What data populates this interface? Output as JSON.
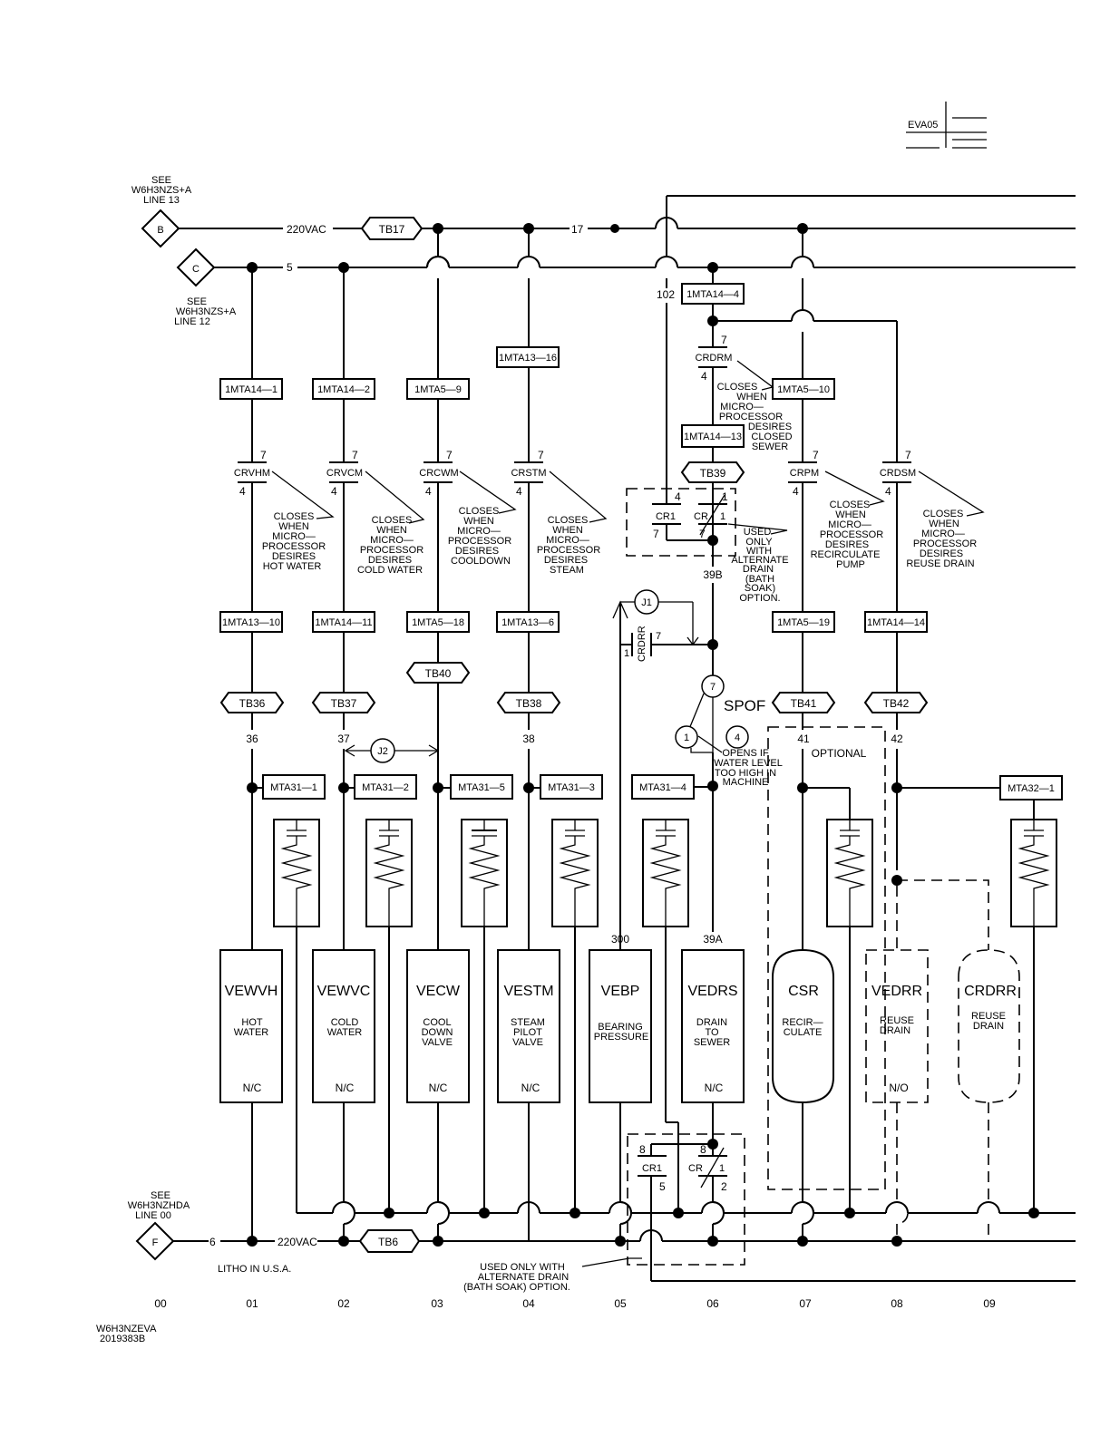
{
  "title_block": {
    "sheet_code": "EVA05",
    "drawing_code": "W6H3NZEVA",
    "drawing_number": "2019383B",
    "litho": "LITHO IN U.S.A."
  },
  "connectors": [
    {
      "id": "B",
      "ref_lines": [
        "SEE",
        "W6H3NZS+A",
        "LINE 13"
      ]
    },
    {
      "id": "C",
      "ref_lines": [
        "SEE",
        "W6H3NZS+A",
        "LINE 12"
      ]
    },
    {
      "id": "F",
      "ref_lines": [
        "SEE",
        "W6H3NZHDA",
        "LINE 00"
      ]
    }
  ],
  "bus": {
    "supply_top": "220VAC",
    "supply_bottom": "220VAC",
    "wire_17": "17",
    "wire_5": "5",
    "wire_6": "6",
    "wire_102": "102",
    "tb_top": "TB17",
    "tb_bottom": "TB6"
  },
  "line_numbers": [
    "00",
    "01",
    "02",
    "03",
    "04",
    "05",
    "06",
    "07",
    "08",
    "09"
  ],
  "rungs": [
    {
      "top_terminal": "1MTA14—1",
      "relay": "CRVHM",
      "pin_top": "7",
      "pin_bottom": "4",
      "note": [
        "CLOSES",
        "WHEN",
        "MICRO—",
        "PROCESSOR",
        "DESIRES",
        "HOT WATER"
      ],
      "mid_terminal": "1MTA13—10",
      "tb": "TB36",
      "wire": "36",
      "coil_terminal": "MTA31—1",
      "valve": "VEWVH",
      "valve_desc": [
        "HOT",
        "WATER"
      ],
      "state": "N/C"
    },
    {
      "top_terminal": "1MTA14—2",
      "relay": "CRVCM",
      "pin_top": "7",
      "pin_bottom": "4",
      "note": [
        "CLOSES",
        "WHEN",
        "MICRO—",
        "PROCESSOR",
        "DESIRES",
        "COLD WATER"
      ],
      "mid_terminal": "1MTA14—11",
      "tb": "TB37",
      "wire": "37",
      "coil_terminal": "MTA31—2",
      "valve": "VEWVC",
      "valve_desc": [
        "COLD",
        "WATER"
      ],
      "state": "N/C"
    },
    {
      "top_terminal": "1MTA5—9",
      "relay": "CRCWM",
      "pin_top": "7",
      "pin_bottom": "4",
      "note": [
        "CLOSES",
        "WHEN",
        "MICRO—",
        "PROCESSOR",
        "DESIRES",
        "COOLDOWN"
      ],
      "mid_terminal": "1MTA5—18",
      "tb": "TB40",
      "coil_terminal": "MTA31—5",
      "valve": "VECW",
      "valve_desc": [
        "COOL",
        "DOWN",
        "VALVE"
      ],
      "state": "N/C"
    },
    {
      "top_terminal": "1MTA13—16",
      "relay": "CRSTM",
      "pin_top": "7",
      "pin_bottom": "4",
      "note": [
        "CLOSES",
        "WHEN",
        "MICRO—",
        "PROCESSOR",
        "DESIRES",
        "STEAM"
      ],
      "mid_terminal": "1MTA13—6",
      "tb": "TB38",
      "wire": "38",
      "coil_terminal": "MTA31—3",
      "valve": "VESTM",
      "valve_desc": [
        "STEAM",
        "PILOT",
        "VALVE"
      ],
      "state": "N/C"
    },
    {
      "wire": "300",
      "valve": "VEBP",
      "valve_desc": [
        "BEARING",
        "PRESSURE"
      ]
    },
    {
      "top_terminal": "1MTA14—4",
      "relay": "CRDRM",
      "pin_top": "7",
      "pin_bottom": "4",
      "note": [
        "CLOSES",
        "WHEN",
        "MICRO—",
        "PROCESSOR",
        "DESIRES",
        "CLOSED",
        "SEWER"
      ],
      "mid_terminal": "1MTA14—13",
      "tb": "TB39",
      "wire_39b": "39B",
      "wire_39a": "39A",
      "coil_terminal": "MTA31—4",
      "valve": "VEDRS",
      "valve_desc": [
        "DRAIN",
        "TO",
        "SEWER"
      ],
      "state": "N/C"
    },
    {
      "relay": "CRPM",
      "pin_top": "7",
      "pin_bottom": "4",
      "top_terminal": "1MTA5—10",
      "note": [
        "CLOSES",
        "WHEN",
        "MICRO—",
        "PROCESSOR",
        "DESIRES",
        "RECIRCULATE",
        "PUMP"
      ],
      "mid_terminal": "1MTA5—19",
      "tb": "TB41",
      "wire": "41",
      "optional": "OPTIONAL",
      "valve": "CSR",
      "valve_desc": [
        "RECIR—",
        "CULATE"
      ]
    },
    {
      "relay": "CRDSM",
      "pin_top": "7",
      "pin_bottom": "4",
      "note": [
        "CLOSES",
        "WHEN",
        "MICRO—",
        "PROCESSOR",
        "DESIRES",
        "REUSE DRAIN"
      ],
      "mid_terminal": "1MTA14—14",
      "tb": "TB42",
      "wire": "42",
      "coil_terminal": "MTA32—1",
      "valve": "VEDRR",
      "valve_desc": [
        "REUSE",
        "DRAIN"
      ],
      "state": "N/O"
    },
    {
      "valve": "CRDRR",
      "valve_desc": [
        "REUSE",
        "DRAIN"
      ]
    }
  ],
  "cr1_top": {
    "a": "CR1",
    "b": "CR",
    "b_sub": "1",
    "p4": "4",
    "p7": "7",
    "p1": "1",
    "p7b": "7",
    "note": [
      "USED",
      "ONLY",
      "WITH",
      "ALTERNATE",
      "DRAIN",
      "(BATH",
      "SOAK)",
      "OPTION."
    ]
  },
  "cr1_bottom": {
    "a": "CR1",
    "b": "CR",
    "b_sub": "1",
    "p8": "8",
    "p5": "5",
    "p8b": "8",
    "p2": "2",
    "note": [
      "USED ONLY WITH",
      "ALTERNATE DRAIN",
      "(BATH SOAK) OPTION."
    ]
  },
  "jumpers": {
    "j1": "J1",
    "j2": "J2",
    "crdrr_contact": "CRDRR",
    "crdrr_p1": "1",
    "crdrr_p7": "7"
  },
  "spof": {
    "label": "SPOF",
    "c7": "7",
    "c1": "1",
    "c4": "4",
    "note": [
      "OPENS IF",
      "WATER LEVEL",
      "TOO HIGH IN",
      "MACHINE"
    ]
  }
}
